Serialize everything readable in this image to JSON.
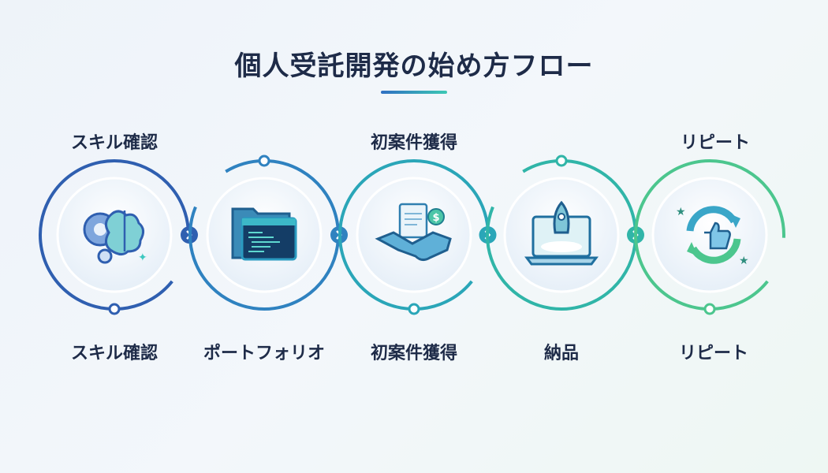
{
  "title": "個人受託開発の始め方フロー",
  "steps": [
    {
      "top_label": "スキル確認",
      "bottom_label": "スキル確認",
      "icon": "brain-gear-icon",
      "color": "#2f5fb0"
    },
    {
      "top_label": "",
      "bottom_label": "ポートフォリオ",
      "icon": "code-folder-icon",
      "color": "#2f82c0"
    },
    {
      "top_label": "初案件獲得",
      "bottom_label": "初案件獲得",
      "icon": "handshake-icon",
      "color": "#2aa6b8"
    },
    {
      "top_label": "",
      "bottom_label": "納品",
      "icon": "rocket-laptop-icon",
      "color": "#30b5a8"
    },
    {
      "top_label": "リピート",
      "bottom_label": "リピート",
      "icon": "repeat-thumbs-up-icon",
      "color": "#4cc68e"
    }
  ]
}
